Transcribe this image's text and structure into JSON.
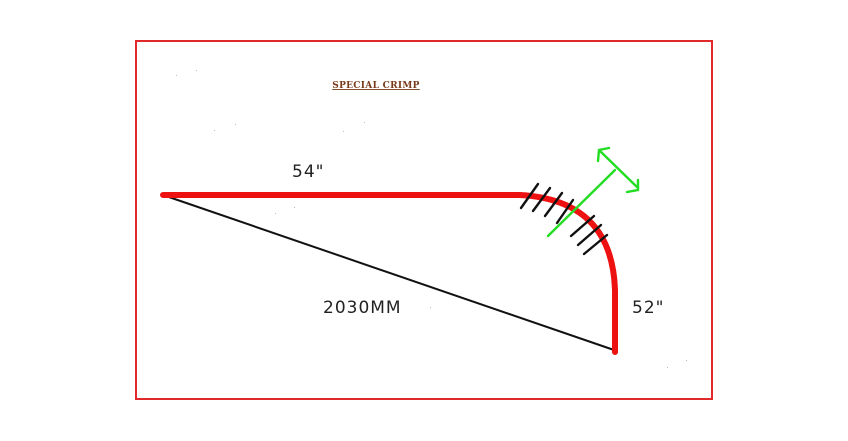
{
  "drawing": {
    "title": "SPECIAL  CRIMP",
    "dimensions": {
      "top": "54\"",
      "right": "52\"",
      "diagonal": "2030MM"
    },
    "colors": {
      "frame": "#e0292b",
      "tube": "#ee1111",
      "hatch": "#111111",
      "diagonal": "#111111",
      "marker": "#22dd22",
      "title": "#7a3a1a",
      "text": "#222222"
    }
  }
}
